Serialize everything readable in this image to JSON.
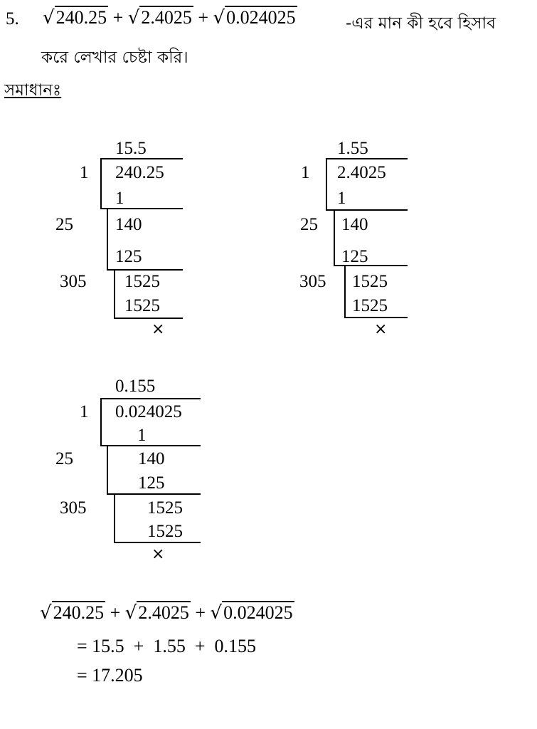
{
  "question": {
    "number": "5.",
    "radicands": [
      "240.25",
      "2.4025",
      "0.024025"
    ],
    "plus": "+",
    "text_line1": "-এর মান কী হবে হিসাব",
    "text_line2": "করে লেখার চেষ্টা করি।"
  },
  "solution_heading": "সমাধানঃ",
  "division1": {
    "quotient": "15.5",
    "radicand": "240.25",
    "steps": [
      {
        "divisor": "1",
        "subtrahend": "1"
      },
      {
        "divisor": "25",
        "remainder": "140",
        "subtrahend": "125"
      },
      {
        "divisor": "305",
        "remainder": "1525",
        "subtrahend": "1525"
      }
    ],
    "end_mark": "×"
  },
  "division2": {
    "quotient": "1.55",
    "radicand": "2.4025",
    "steps": [
      {
        "divisor": "1",
        "subtrahend": "1"
      },
      {
        "divisor": "25",
        "remainder": "140",
        "subtrahend": "125"
      },
      {
        "divisor": "305",
        "remainder": "1525",
        "subtrahend": "1525"
      }
    ],
    "end_mark": "×"
  },
  "division3": {
    "quotient": "0.155",
    "radicand": "0.024025",
    "steps": [
      {
        "divisor": "1",
        "subtrahend": "1"
      },
      {
        "divisor": "25",
        "remainder": "140",
        "subtrahend": "125"
      },
      {
        "divisor": "305",
        "remainder": "1525",
        "subtrahend": "1525"
      }
    ],
    "end_mark": "×"
  },
  "final": {
    "radicands": [
      "240.25",
      "2.4025",
      "0.024025"
    ],
    "plus": "+",
    "line2": "= 15.5  +  1.55  +  0.155",
    "line3": "= 17.205"
  }
}
